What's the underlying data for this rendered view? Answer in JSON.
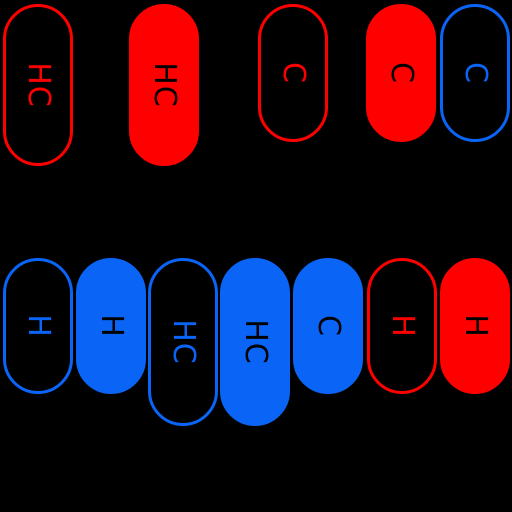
{
  "colors": {
    "background": "#000000",
    "red": "#ff0000",
    "blue": "#0a64f5",
    "text_on_filled": "#000000"
  },
  "row_top": [
    {
      "label": "HC",
      "color": "red",
      "filled": false
    },
    {
      "label": "HC",
      "color": "red",
      "filled": true
    },
    {
      "label": "C",
      "color": "red",
      "filled": false
    },
    {
      "label": "C",
      "color": "red",
      "filled": true
    },
    {
      "label": "C",
      "color": "blue",
      "filled": false
    }
  ],
  "row_bottom": [
    {
      "label": "H",
      "color": "blue",
      "filled": false
    },
    {
      "label": "H",
      "color": "blue",
      "filled": true
    },
    {
      "label": "HC",
      "color": "blue",
      "filled": false
    },
    {
      "label": "HC",
      "color": "blue",
      "filled": true
    },
    {
      "label": "C",
      "color": "blue",
      "filled": true
    },
    {
      "label": "H",
      "color": "red",
      "filled": false
    },
    {
      "label": "H",
      "color": "red",
      "filled": true
    }
  ]
}
